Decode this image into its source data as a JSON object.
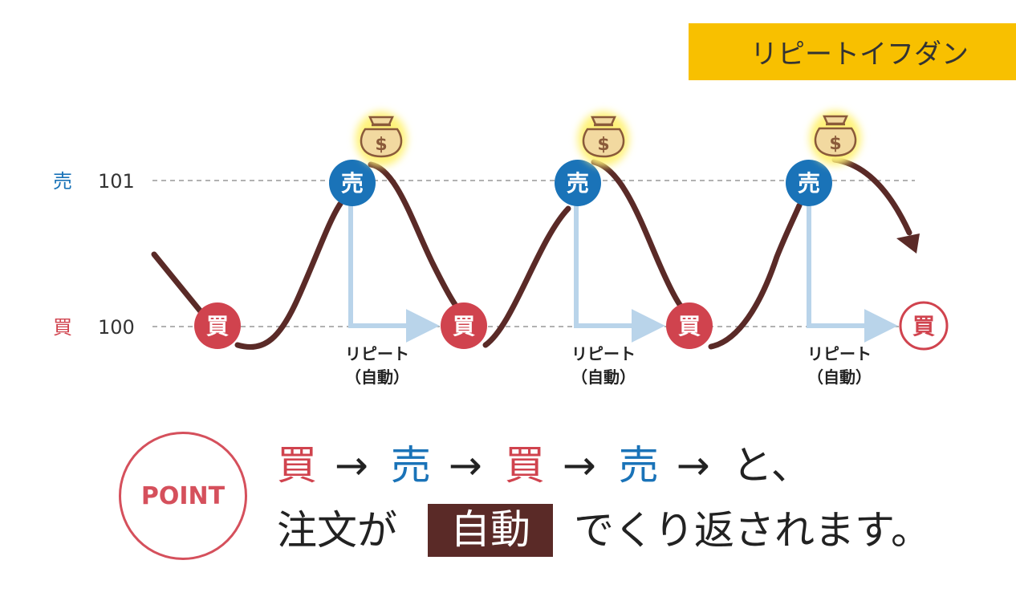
{
  "tag_title": "リピートイフダン",
  "axis": {
    "sell_label": "売",
    "sell_price": "101",
    "buy_label": "買",
    "buy_price": "100"
  },
  "markers": {
    "buy": "買",
    "sell": "売"
  },
  "repeat_label_line1": "リピート",
  "repeat_label_line2": "（自動）",
  "point_label": "POINT",
  "message": {
    "line1": [
      {
        "text": "買",
        "kind": "buy"
      },
      {
        "text": "→",
        "kind": "arrow"
      },
      {
        "text": "売",
        "kind": "sell"
      },
      {
        "text": "→",
        "kind": "arrow"
      },
      {
        "text": "買",
        "kind": "buy"
      },
      {
        "text": "→",
        "kind": "arrow"
      },
      {
        "text": "売",
        "kind": "sell"
      },
      {
        "text": "→",
        "kind": "arrow"
      },
      {
        "text": "と、",
        "kind": "plain"
      }
    ],
    "line2_prefix": "注文が",
    "line2_highlight": "自動",
    "line2_suffix": "でくり返されます。"
  },
  "colors": {
    "buy": "#d0434e",
    "sell": "#1a73b8",
    "curve": "#5a2a27",
    "repeat_arrow": "#b9d4ea",
    "dashed": "#999999",
    "tag_bg": "#f8c000",
    "moneybag": "#f2d9a0",
    "glow": "#fff27a"
  },
  "icons": [
    "moneybag-icon",
    "dollar-sign-icon"
  ]
}
